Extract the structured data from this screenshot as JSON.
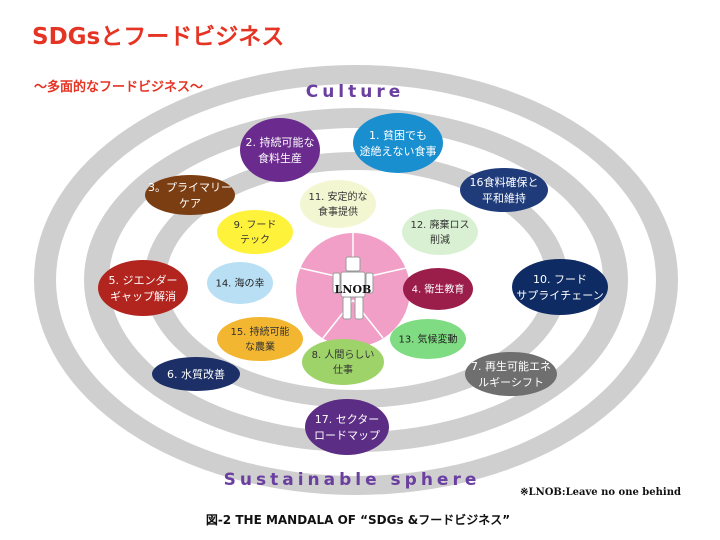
{
  "title": "SDGsとフードビジネス",
  "subtitle": "〜多面的なフードビジネス〜",
  "ring_labels": {
    "outer_top": "Culture",
    "outer_bottom": "Sustainable sphere"
  },
  "center": {
    "label": "LNOB"
  },
  "nodes": [
    {
      "key": "n1",
      "lines": [
        "1.  貧困でも",
        "途絶えない食事"
      ],
      "fill": "#1a8fd0",
      "text": "#ffffff"
    },
    {
      "key": "n2",
      "lines": [
        "2.  持続可能な",
        "食料生産"
      ],
      "fill": "#6a2a8e",
      "text": "#ffffff"
    },
    {
      "key": "n3",
      "lines": [
        "3。プライマリー",
        "ケア"
      ],
      "fill": "#7b3d12",
      "text": "#ffffff"
    },
    {
      "key": "n16",
      "lines": [
        "16食料確保と",
        "平和維持"
      ],
      "fill": "#1f3b7a",
      "text": "#ffffff"
    },
    {
      "key": "n11",
      "lines": [
        "11.  安定的な",
        "食事提供"
      ],
      "fill": "#f2f7d2",
      "text": "#333333"
    },
    {
      "key": "n9",
      "lines": [
        "9.  フード",
        "テック"
      ],
      "fill": "#fff23a",
      "text": "#333333"
    },
    {
      "key": "n12",
      "lines": [
        "12.  廃棄ロス",
        "削減"
      ],
      "fill": "#d9f1d2",
      "text": "#333333"
    },
    {
      "key": "n5",
      "lines": [
        "5.  ジエンダー",
        "ギャップ解消"
      ],
      "fill": "#b2241e",
      "text": "#ffffff"
    },
    {
      "key": "n14",
      "lines": [
        "14.  海の幸"
      ],
      "fill": "#b8dff3",
      "text": "#222222"
    },
    {
      "key": "n4",
      "lines": [
        "4.  衛生教育"
      ],
      "fill": "#9b1d4a",
      "text": "#ffffff"
    },
    {
      "key": "n10",
      "lines": [
        "10.  フード",
        "サプライチェーン"
      ],
      "fill": "#0f2b63",
      "text": "#ffffff"
    },
    {
      "key": "n15",
      "lines": [
        "15.  持続可能",
        "な農業"
      ],
      "fill": "#f2b630",
      "text": "#333333"
    },
    {
      "key": "n13",
      "lines": [
        "13.  気候変動"
      ],
      "fill": "#7fdc82",
      "text": "#222222"
    },
    {
      "key": "n6",
      "lines": [
        "6.  水質改善"
      ],
      "fill": "#1c2f66",
      "text": "#ffffff"
    },
    {
      "key": "n8",
      "lines": [
        "8.  人間らしい",
        "仕事"
      ],
      "fill": "#9ed36a",
      "text": "#333333"
    },
    {
      "key": "n7",
      "lines": [
        "7.  再生可能エネ",
        "ルギーシフト"
      ],
      "fill": "#6f6f6f",
      "text": "#ffffff"
    },
    {
      "key": "n17",
      "lines": [
        "17.  セクター",
        "ロードマップ"
      ],
      "fill": "#5b2d84",
      "text": "#ffffff"
    }
  ],
  "footnote": "※LNOB:Leave no one behind",
  "caption": "図-2   THE   MANDALA   OF   “SDGs &フードビジネス”",
  "colors": {
    "title_red": "#e53424",
    "ring_label_purple": "#6a3fa0",
    "ring_gray": "#cfcfcf",
    "center_pink": "#f29fc7"
  }
}
